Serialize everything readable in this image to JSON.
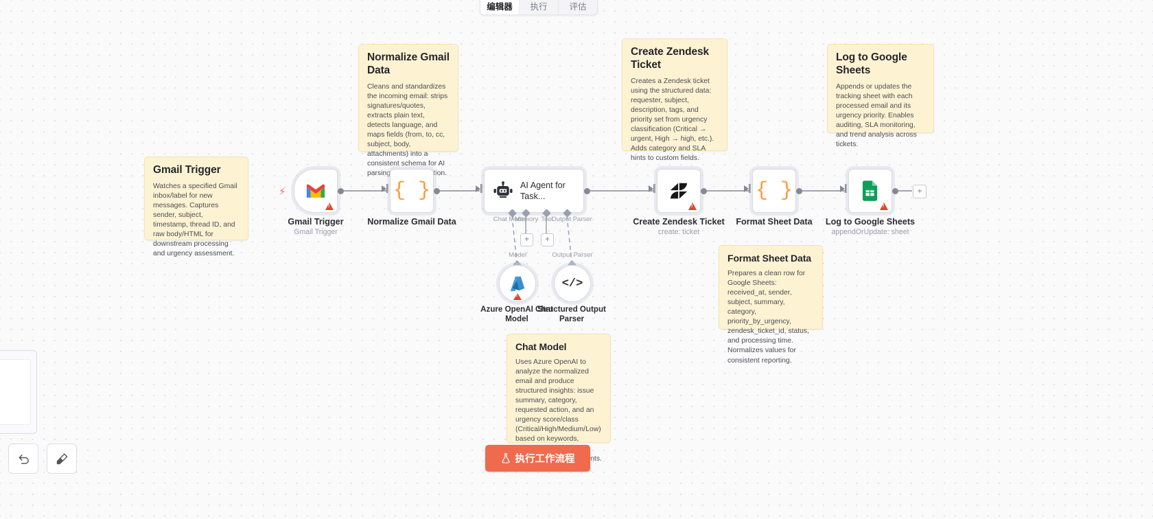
{
  "app": {
    "canvas_label": "n8n-workflow-canvas"
  },
  "topbar": {
    "tabs": [
      {
        "label": "编辑器",
        "active": true
      },
      {
        "label": "执行",
        "active": false
      },
      {
        "label": "评估",
        "active": false
      }
    ]
  },
  "execute_button": {
    "label": "执行工作流程",
    "icon": "flask-icon",
    "color": "#f06a4d"
  },
  "controls": {
    "undo_icon": "undo-arrow-icon",
    "tidy_icon": "tidy-broom-icon"
  },
  "nodes": [
    {
      "id": "gmail-trigger",
      "title": "Gmail Trigger",
      "subtitle": "Gmail Trigger",
      "icon": "gmail-icon",
      "has_warning": true,
      "is_trigger": true
    },
    {
      "id": "normalize-gmail-data",
      "title": "Normalize Gmail Data",
      "subtitle": "",
      "icon": "code-braces-icon",
      "has_warning": false,
      "is_trigger": false
    },
    {
      "id": "ai-agent",
      "title": "AI Agent for Task...",
      "subtitle": "",
      "icon": "robot-icon",
      "has_warning": false,
      "is_trigger": false,
      "ports": [
        "Chat Model",
        "Memory",
        "Tool",
        "Output Parser"
      ]
    },
    {
      "id": "create-zendesk-ticket",
      "title": "Create Zendesk Ticket",
      "subtitle": "create: ticket",
      "icon": "zendesk-icon",
      "has_warning": true,
      "is_trigger": false
    },
    {
      "id": "format-sheet-data",
      "title": "Format Sheet Data",
      "subtitle": "",
      "icon": "code-braces-icon",
      "has_warning": false,
      "is_trigger": false
    },
    {
      "id": "log-to-google-sheets",
      "title": "Log to Google Sheets",
      "subtitle": "appendOrUpdate: sheet",
      "icon": "google-sheets-icon",
      "has_warning": true,
      "is_trigger": false
    }
  ],
  "subnodes": [
    {
      "id": "azure-openai-chat-model",
      "title": "Azure OpenAI Chat Model",
      "port_label": "Model",
      "icon": "azure-icon",
      "has_warning": true
    },
    {
      "id": "structured-output-parser",
      "title": "Structured Output Parser",
      "port_label": "Output Parser",
      "icon": "code-tag-icon",
      "has_warning": false
    }
  ],
  "notes": [
    {
      "id": "note-gmail-trigger",
      "title": "Gmail Trigger",
      "body": "Watches a specified Gmail inbox/label for new messages. Captures sender, subject, timestamp, thread ID, and raw body/HTML for downstream processing and urgency assessment."
    },
    {
      "id": "note-normalize-gmail-data",
      "title": "Normalize Gmail Data",
      "body": "Cleans and standardizes the incoming email: strips signatures/quotes, extracts plain text, detects language, and maps fields (from, to, cc, subject, body, attachments) into a consistent schema for AI parsing and prioritization."
    },
    {
      "id": "note-create-zendesk-ticket",
      "title": "Create Zendesk Ticket",
      "body": "Creates a Zendesk ticket using the structured data: requester, subject, description, tags, and priority set from urgency classification (Critical → urgent, High → high, etc.). Adds category and SLA hints to custom fields."
    },
    {
      "id": "note-log-to-google-sheets",
      "title": "Log to Google Sheets",
      "body": "Appends or updates the tracking sheet with each processed email and its urgency priority. Enables auditing, SLA monitoring, and trend analysis across tickets."
    },
    {
      "id": "note-format-sheet-data",
      "title": "Format Sheet Data",
      "body": "Prepares a clean row for Google Sheets: received_at, sender, subject, summary, category, priority_by_urgency, zendesk_ticket_id, status, and processing time. Normalizes values for consistent reporting."
    },
    {
      "id": "note-chat-model",
      "title": "Chat Model",
      "body": "Uses Azure OpenAI to analyze the normalized email and produce structured insights: issue summary, category, requested action, and an urgency score/class (Critical/High/Medium/Low) based on keywords, sender context, timestamps, and SLA hints."
    }
  ]
}
